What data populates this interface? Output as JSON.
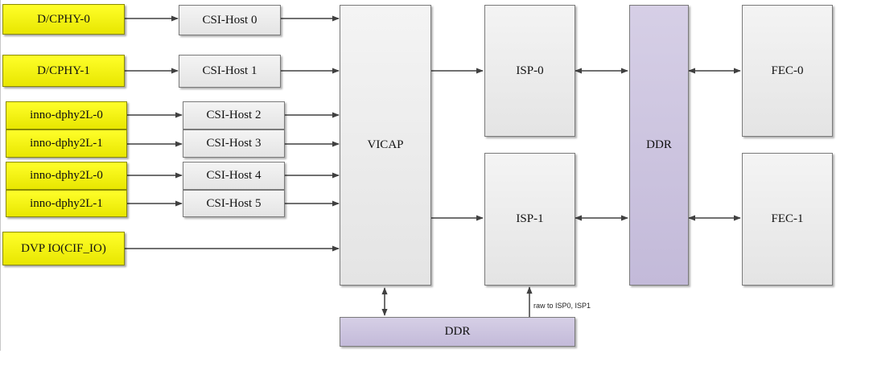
{
  "inputs": [
    {
      "label": "D/CPHY-0"
    },
    {
      "label": "D/CPHY-1"
    },
    {
      "label": "inno-dphy2L-0"
    },
    {
      "label": "inno-dphy2L-1"
    },
    {
      "label": "inno-dphy2L-0"
    },
    {
      "label": "inno-dphy2L-1"
    },
    {
      "label": "DVP IO(CIF_IO)"
    }
  ],
  "csi_hosts": [
    {
      "label": "CSI-Host 0"
    },
    {
      "label": "CSI-Host 1"
    },
    {
      "label": "CSI-Host 2"
    },
    {
      "label": "CSI-Host 3"
    },
    {
      "label": "CSI-Host 4"
    },
    {
      "label": "CSI-Host 5"
    }
  ],
  "vicap": {
    "label": "VICAP"
  },
  "isps": [
    {
      "label": "ISP-0"
    },
    {
      "label": "ISP-1"
    }
  ],
  "ddr_main": {
    "label": "DDR"
  },
  "fecs": [
    {
      "label": "FEC-0"
    },
    {
      "label": "FEC-1"
    }
  ],
  "ddr_bottom": {
    "label": "DDR"
  },
  "annotation": "raw to ISP0, ISP1",
  "colors": {
    "input_fill": "#f2f200",
    "block_fill": "#ececec",
    "memory_fill": "#cbc3de",
    "arrow": "#404040"
  }
}
